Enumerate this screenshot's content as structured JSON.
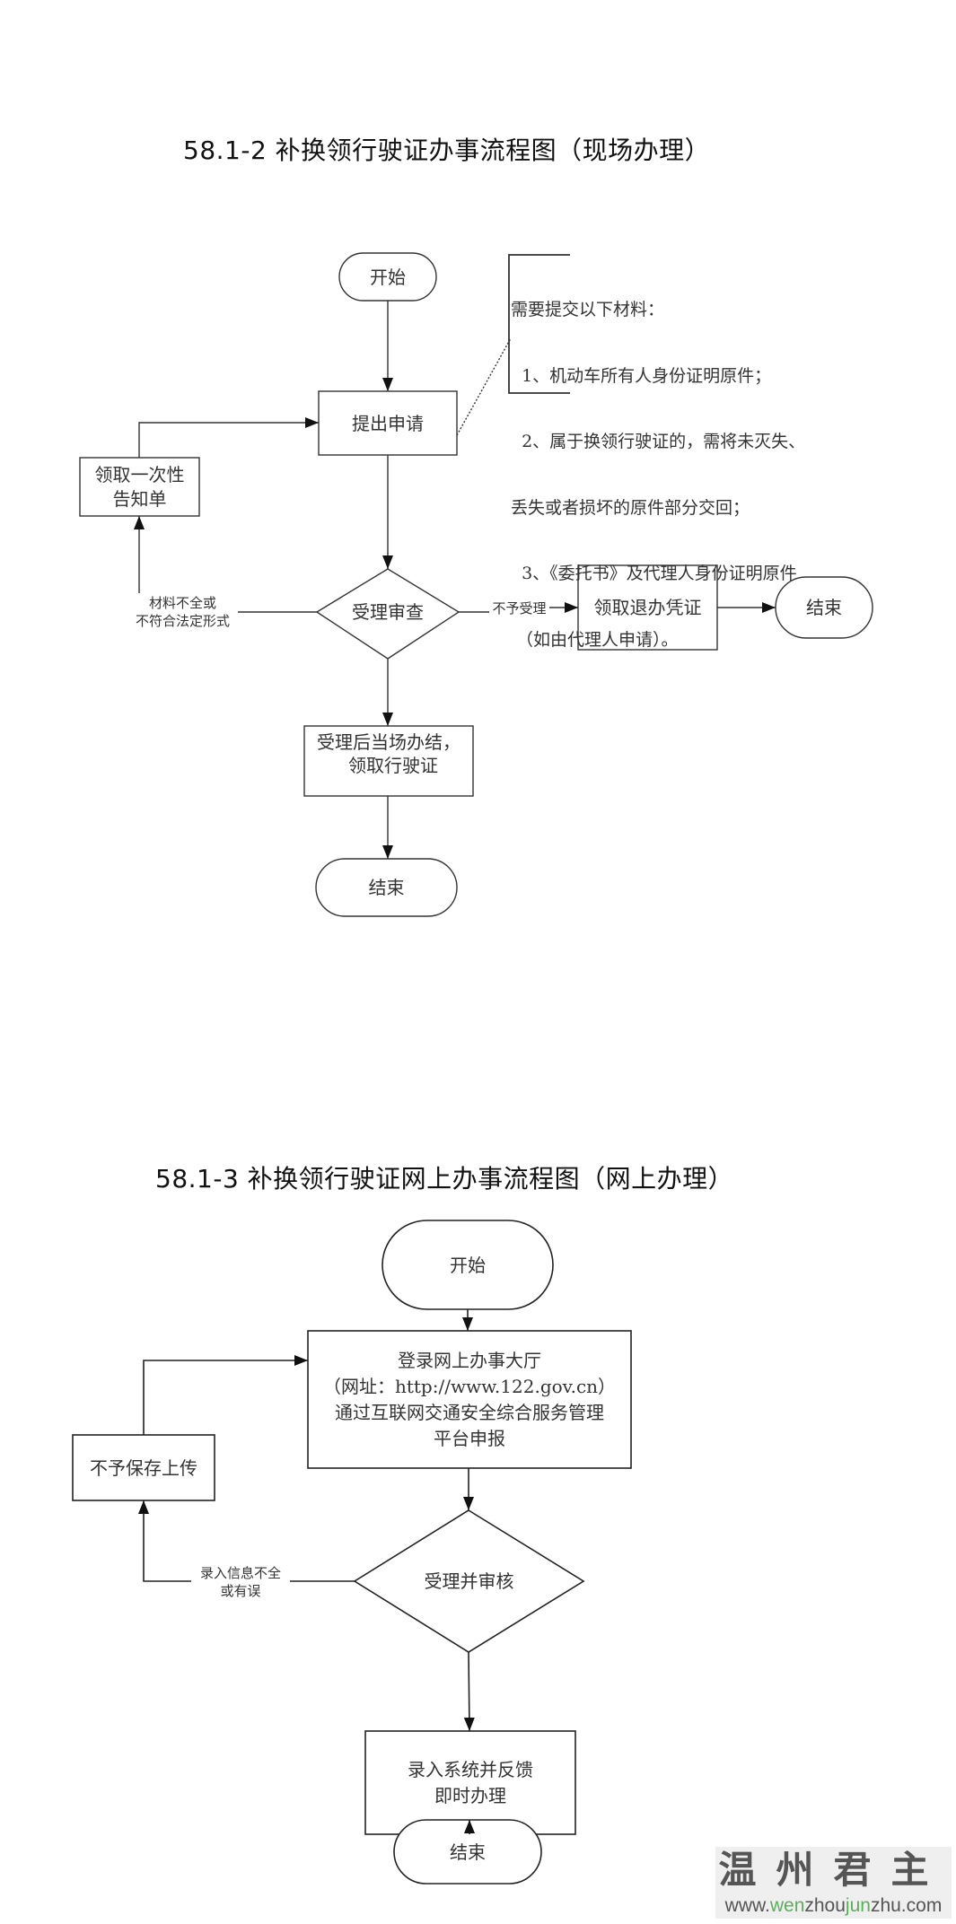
{
  "diagrams": [
    {
      "title": "58.1-2 补换领行驶证办事流程图（现场办理）",
      "nodes": {
        "start": "开始",
        "apply": "提出申请",
        "notice": [
          "领取一次性",
          "告知单"
        ],
        "review": "受理审查",
        "refund": "领取退办凭证",
        "end_right": "结束",
        "complete": [
          "受理后当场办结，",
          "领取行驶证"
        ],
        "end_bottom": "结束"
      },
      "note": {
        "lines": [
          "需要提交以下材料：",
          "  1、机动车所有人身份证明原件；",
          "  2、属于换领行驶证的，需将未灭失、",
          "丢失或者损坏的原件部分交回；",
          "  3、《委托书》及代理人身份证明原件",
          " （如由代理人申请）。"
        ]
      },
      "edge_labels": {
        "incomplete": [
          "材料不全或",
          "不符合法定形式"
        ],
        "rejected": "不予受理"
      }
    },
    {
      "title": "58.1-3 补换领行驶证网上办事流程图（网上办理）",
      "nodes": {
        "start": "开始",
        "login": [
          "登录网上办事大厅",
          "（网址：http://www.122.gov.cn）",
          "通过互联网交通安全综合服务管理",
          "平台申报"
        ],
        "no_save": "不予保存上传",
        "review": "受理并审核",
        "enter": [
          "录入系统并反馈",
          "即时办理"
        ],
        "end": "结束"
      },
      "edge_labels": {
        "incomplete": [
          "录入信息不全",
          "或有误"
        ]
      }
    }
  ],
  "watermark": {
    "chinese": "温州君主",
    "url_parts": [
      "www.",
      "wen",
      "zhou",
      "jun",
      "zhu.com"
    ],
    "accent_color": "#5cae5c"
  }
}
